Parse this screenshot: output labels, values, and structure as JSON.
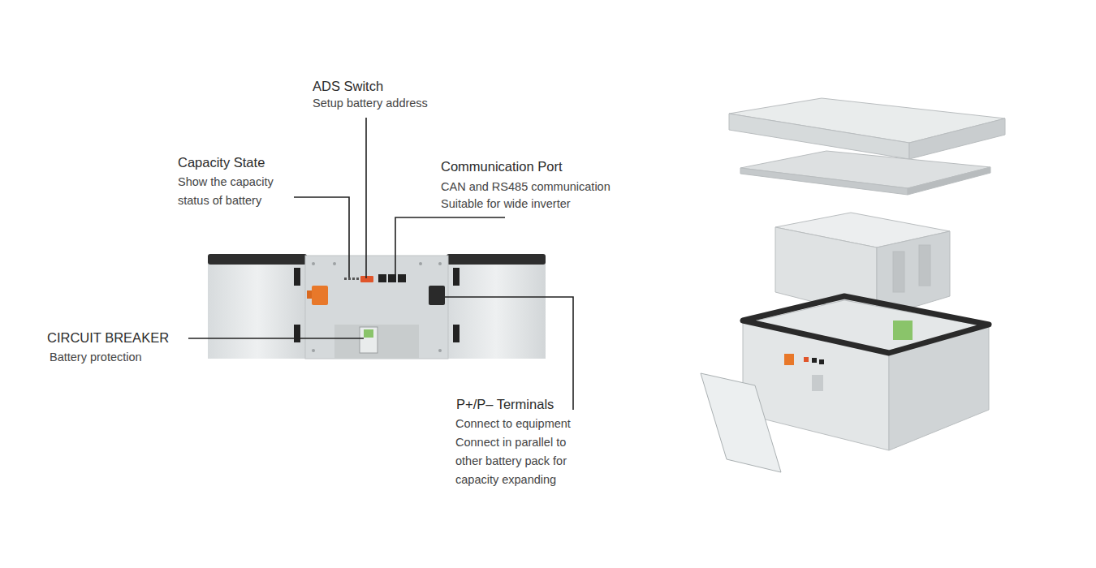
{
  "diagram": {
    "labels": [
      "ADS Switch",
      "Setup battery address",
      "Capacity State",
      "Show the capacity status of battery",
      "Communication Port",
      "CAN and RS485 communication",
      "Suitable for wide inverter",
      "CIRCUIT BREAKER",
      "Battery protection",
      "P+/P– Terminals",
      "Connect to equipment",
      "Connect in parallel to other battery pack for capacity expanding"
    ]
  }
}
